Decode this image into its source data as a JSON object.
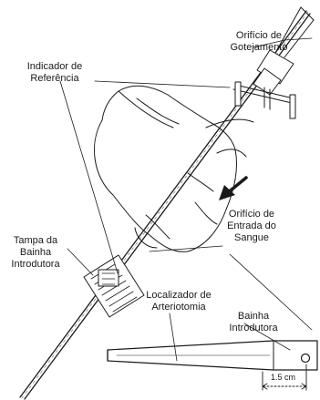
{
  "labels": {
    "drip_port": {
      "line1": "Orifício de",
      "line2": "Gotejamento"
    },
    "reference_indicator": {
      "line1": "Indicador de",
      "line2": "Referência"
    },
    "blood_inlet_port": {
      "line1": "Orifício de",
      "line2": "Entrada do",
      "line3": "Sangue"
    },
    "sheath_cap": {
      "line1": "Tampa da",
      "line2": "Bainha",
      "line3": "Introdutora"
    },
    "arteriotomy_locator": {
      "line1": "Localizador de",
      "line2": "Arteriotomia"
    },
    "introducer_sheath": {
      "line1": "Bainha",
      "line2": "Introdutora"
    },
    "dimension": "1.5 cm"
  },
  "colors": {
    "ink": "#1a1a1a",
    "background": "#ffffff"
  },
  "icons": [
    "direction-arrow-icon"
  ]
}
